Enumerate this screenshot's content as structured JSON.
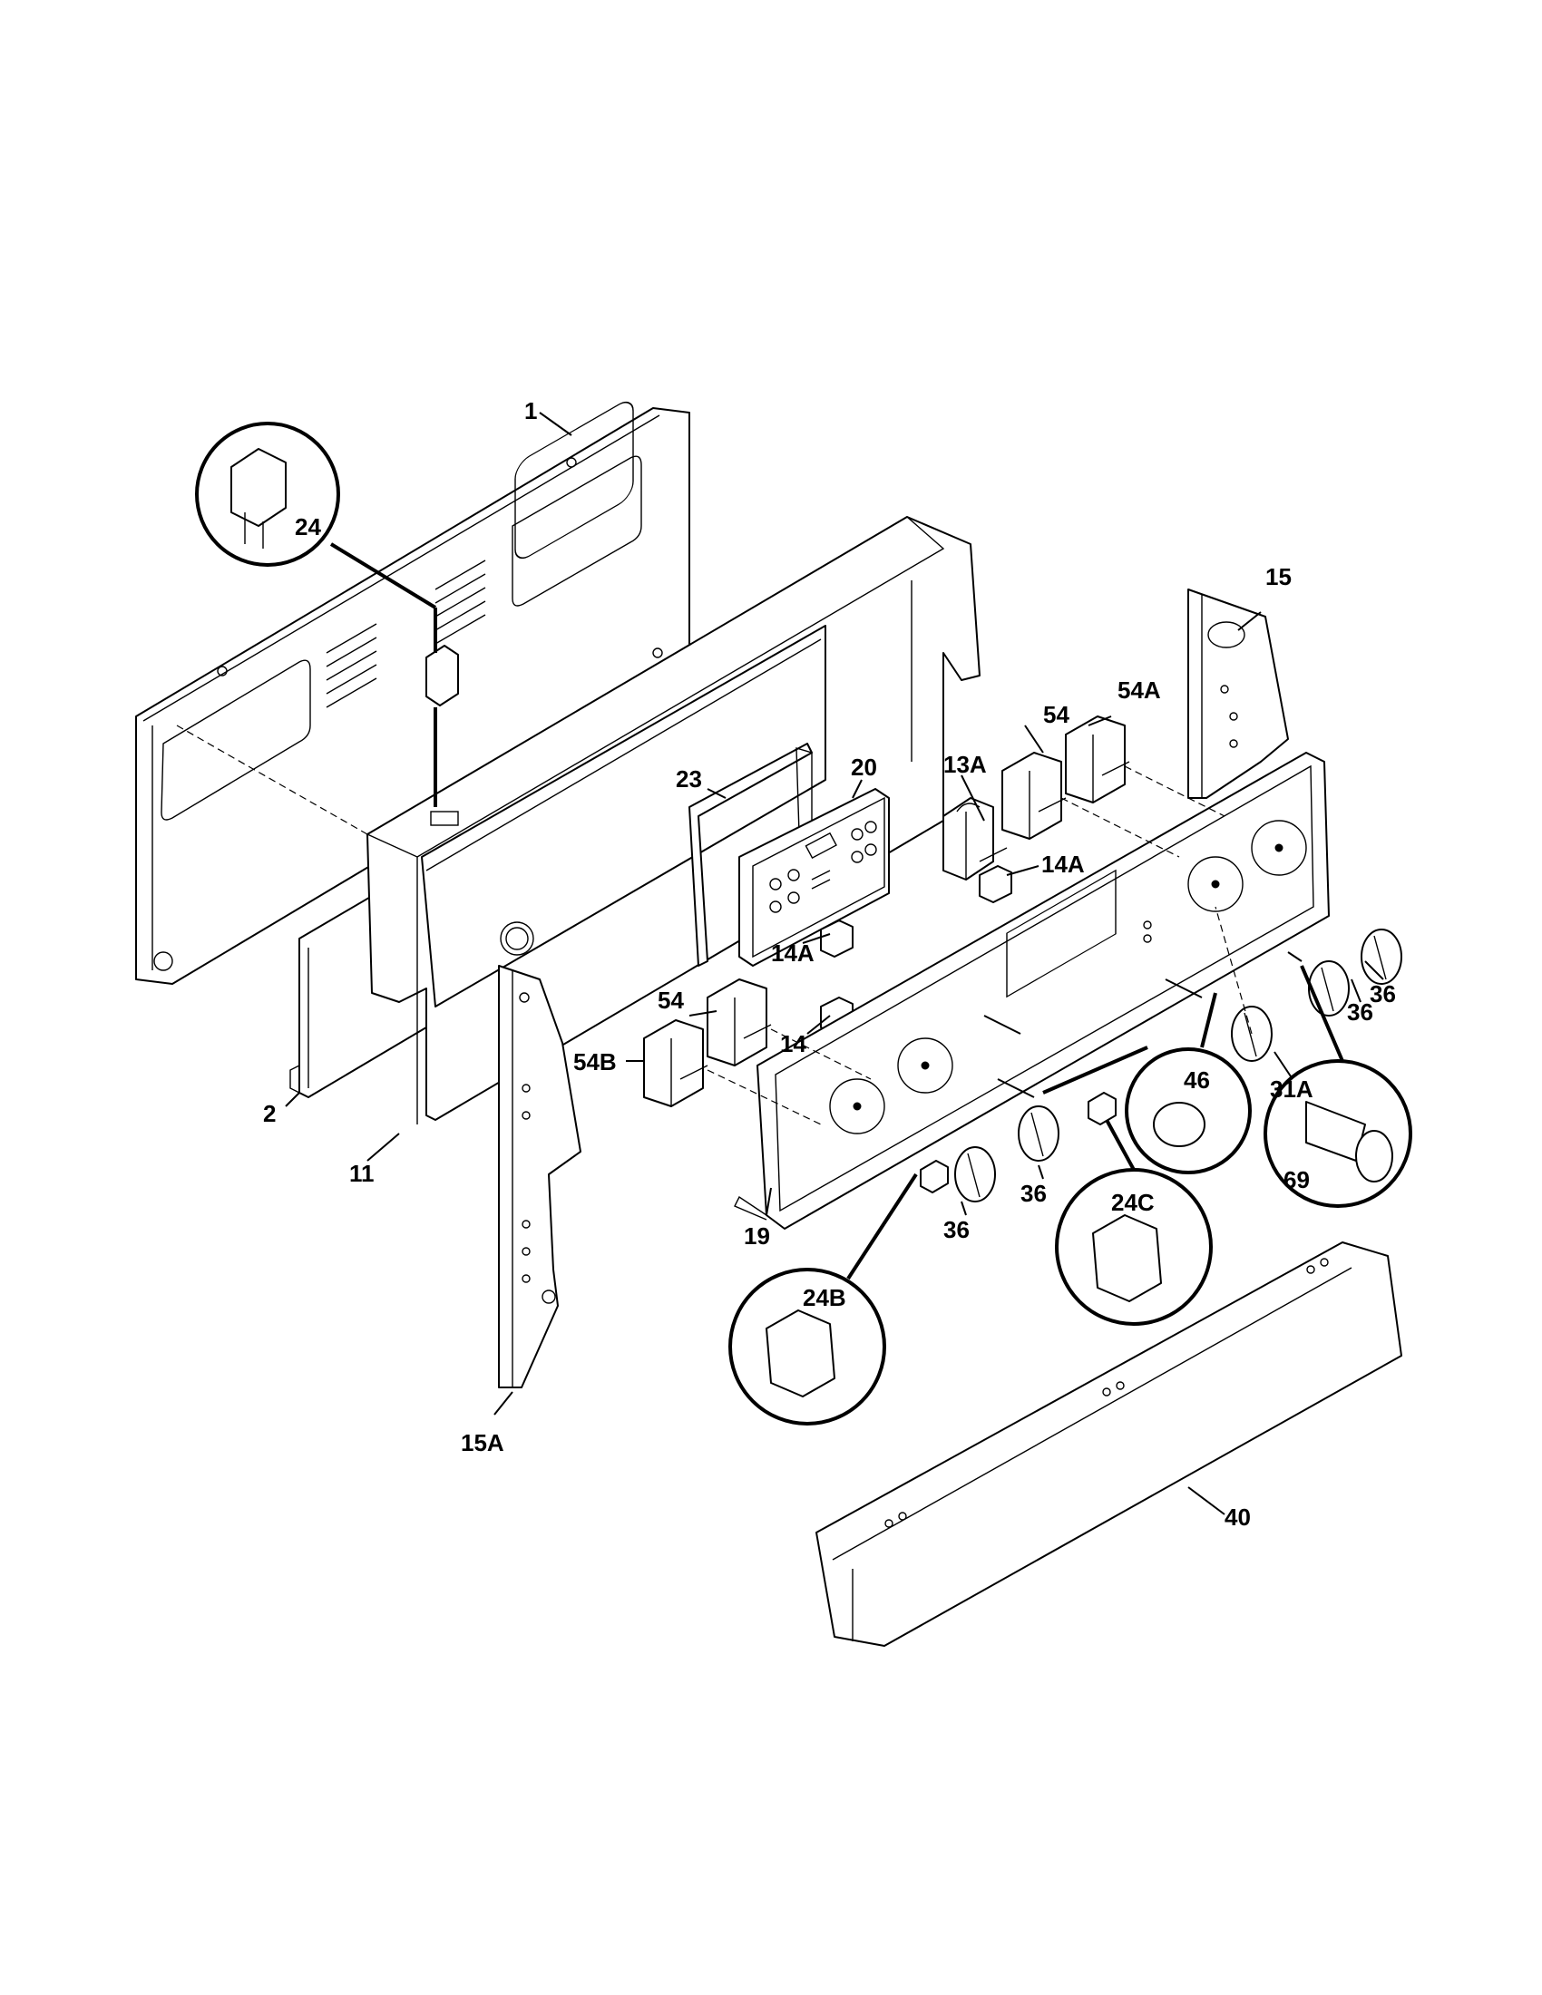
{
  "labels": {
    "l1": "1",
    "l2": "2",
    "l11": "11",
    "l13A": "13A",
    "l14": "14",
    "l14A_upper": "14A",
    "l14A_lower": "14A",
    "l15": "15",
    "l15A": "15A",
    "l19": "19",
    "l20": "20",
    "l23": "23",
    "l24": "24",
    "l24B": "24B",
    "l24C": "24C",
    "l31A": "31A",
    "l36_a": "36",
    "l36_b": "36",
    "l36_c": "36",
    "l36_d": "36",
    "l40": "40",
    "l46": "46",
    "l54_upper": "54",
    "l54_lower": "54",
    "l54A": "54A",
    "l54B": "54B",
    "l69": "69"
  }
}
